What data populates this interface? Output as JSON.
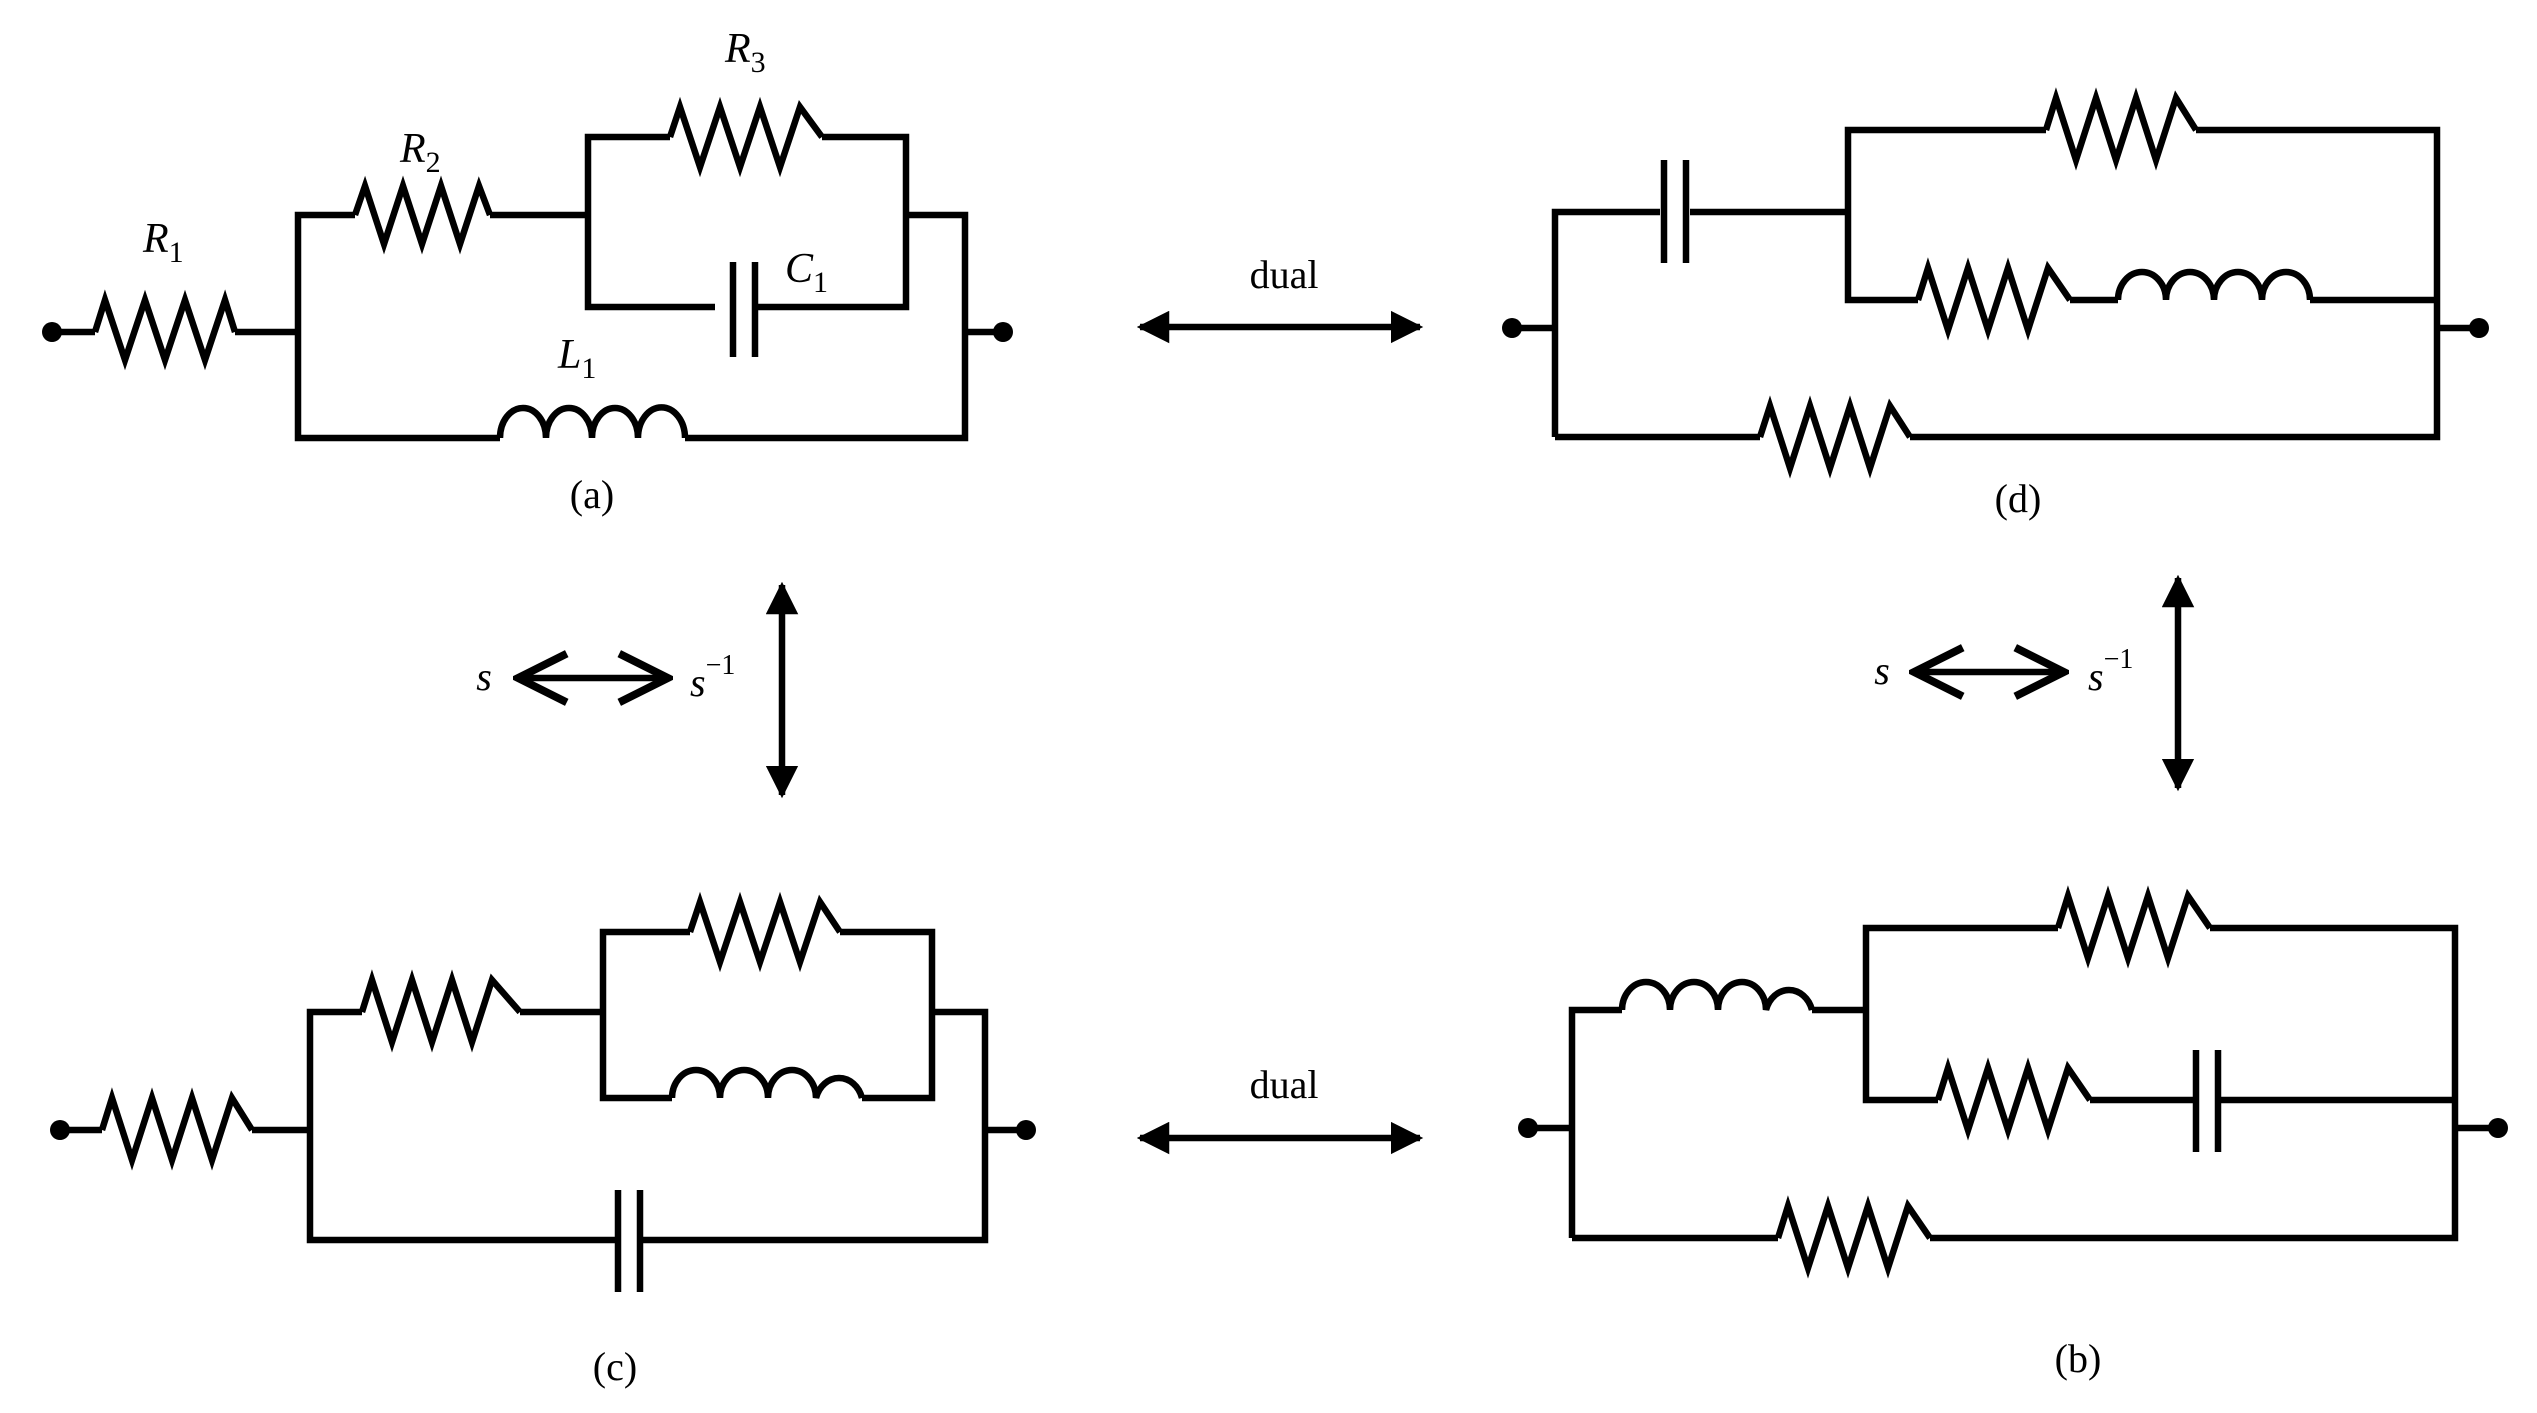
{
  "circuits": {
    "a": {
      "caption": "(a)",
      "labels": {
        "r1": {
          "main": "R",
          "sub": "1"
        },
        "r2": {
          "main": "R",
          "sub": "2"
        },
        "r3": {
          "main": "R",
          "sub": "3"
        },
        "c1": {
          "main": "C",
          "sub": "1"
        },
        "l1": {
          "main": "L",
          "sub": "1"
        }
      }
    },
    "b": {
      "caption": "(b)"
    },
    "c": {
      "caption": "(c)"
    },
    "d": {
      "caption": "(d)"
    }
  },
  "transforms": {
    "dual_label": "dual",
    "s_label": "s",
    "s_inverse": {
      "base": "s",
      "exp": "−1"
    }
  }
}
